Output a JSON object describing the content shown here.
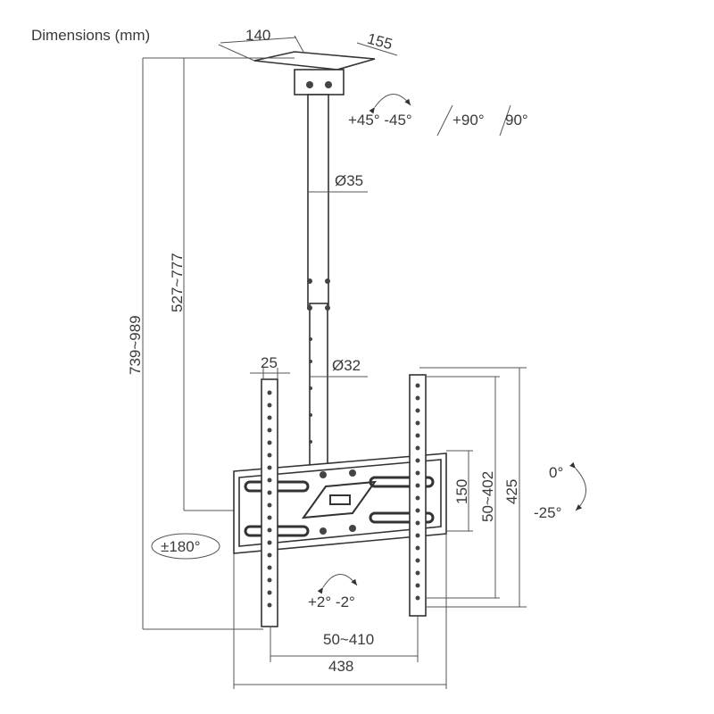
{
  "title": "Dimensions (mm)",
  "ceiling_plate": {
    "width": "140",
    "depth": "155"
  },
  "tilt_head": {
    "swivel": "+45° -45°",
    "rotate_a": "+90°",
    "rotate_b": "90°"
  },
  "upper_tube": {
    "diameter": "Ø35"
  },
  "lower_tube": {
    "diameter": "Ø32"
  },
  "heights": {
    "drop_range": "527~777",
    "total_range": "739~989"
  },
  "rail": {
    "width": "25"
  },
  "plate": {
    "height": "150",
    "vesa_vertical": "50~402",
    "rail_height": "425",
    "vesa_horizontal": "50~410",
    "width": "438"
  },
  "tilt": {
    "top": "0°",
    "bottom": "-25°"
  },
  "rotation": {
    "swivel": "±180°",
    "level": "+2° -2°"
  },
  "line_color": "#333333"
}
